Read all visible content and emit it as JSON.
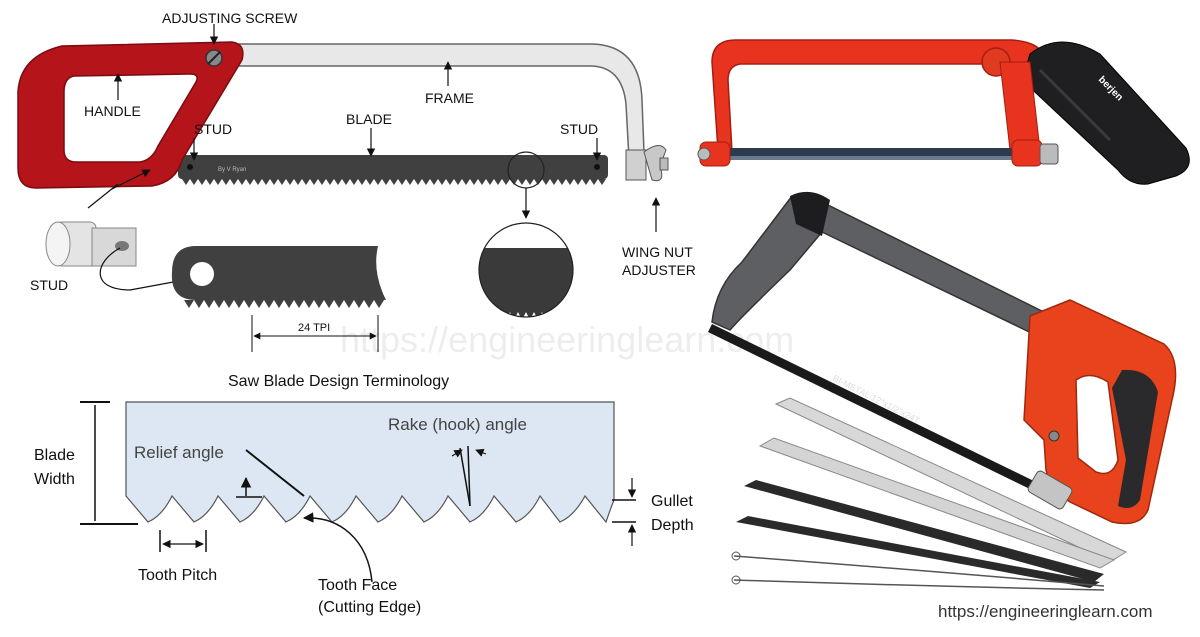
{
  "hacksaw_diagram": {
    "adjusting_screw": "ADJUSTING SCREW",
    "handle": "HANDLE",
    "frame": "FRAME",
    "stud_left": "STUD",
    "blade": "BLADE",
    "stud_right": "STUD",
    "blade_marking": "By V Ryan",
    "stud_detail": "STUD",
    "wing_nut_line1": "WING NUT",
    "wing_nut_line2": "ADJUSTER",
    "tpi": "24 TPI"
  },
  "watermark": "https://engineeringlearn.com",
  "terminology": {
    "title": "Saw Blade Design Terminology",
    "blade_width_line1": "Blade",
    "blade_width_line2": "Width",
    "relief_angle": "Relief angle",
    "rake_angle": "Rake (hook) angle",
    "gullet_line1": "Gullet",
    "gullet_line2": "Depth",
    "tooth_pitch": "Tooth Pitch",
    "tooth_face_line1": "Tooth Face",
    "tooth_face_line2": "(Cutting Edge)"
  },
  "photos": {
    "brand": "berjen",
    "blade_marking": "BI-METAL  12\"x1/2\"x24T"
  },
  "footer_url": "https://engineeringlearn.com",
  "colors": {
    "handle_red": "#b4141a",
    "frame_grey": "#e6e6e6",
    "blade_dark": "#3a3a3a",
    "terminology_fill": "#dde7f3",
    "orange": "#e8431c"
  }
}
